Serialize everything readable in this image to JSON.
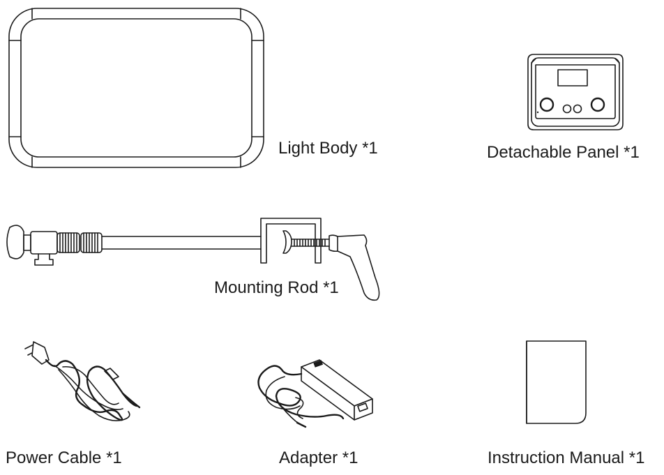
{
  "items": [
    {
      "id": "light-body",
      "label": "Light Body *1",
      "icon": "light-body-icon"
    },
    {
      "id": "detachable-panel",
      "label": "Detachable Panel  *1",
      "icon": "control-panel-icon"
    },
    {
      "id": "mounting-rod",
      "label": "Mounting Rod *1",
      "icon": "mounting-rod-clamp-icon"
    },
    {
      "id": "power-cable",
      "label": "Power Cable *1",
      "icon": "power-cable-icon"
    },
    {
      "id": "adapter",
      "label": "Adapter *1",
      "icon": "power-adapter-icon"
    },
    {
      "id": "instruction-manual",
      "label": "Instruction Manual *1",
      "icon": "manual-booklet-icon"
    }
  ]
}
